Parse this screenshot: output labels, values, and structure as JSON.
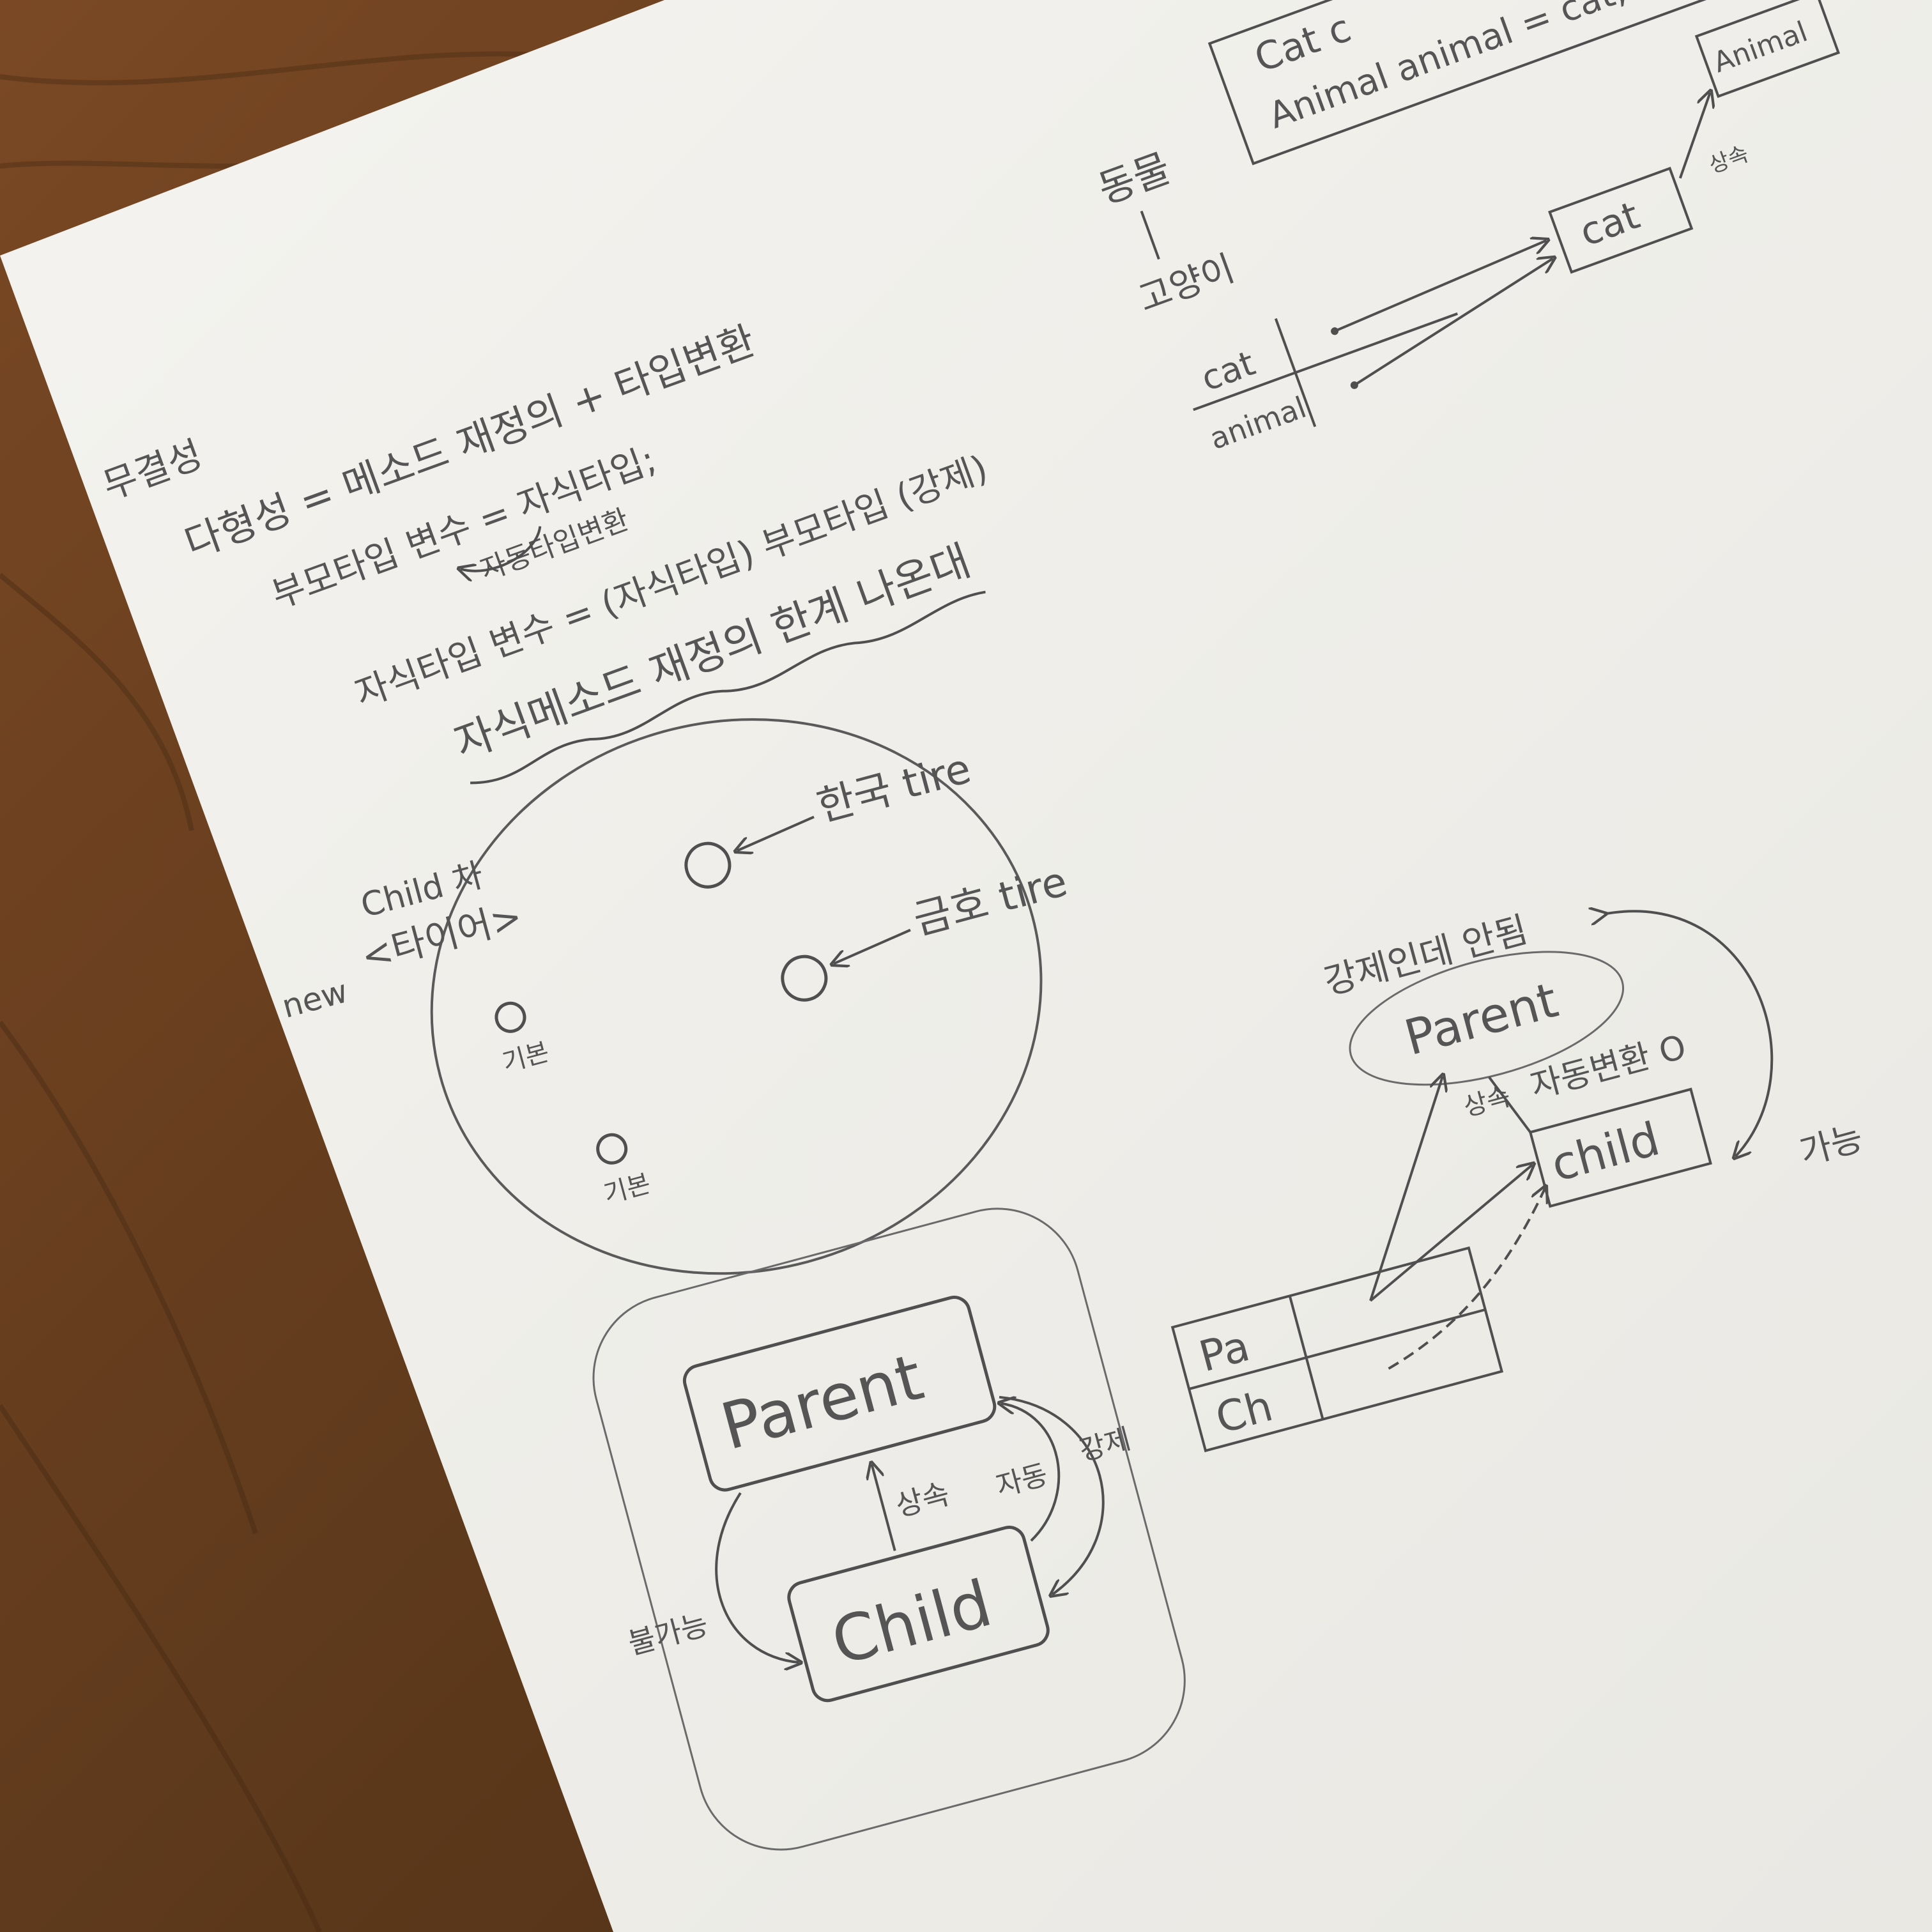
{
  "colors": {
    "desk": "#6b3f1f",
    "paper": "#f1f0ec",
    "pencil": "#4f4f4f"
  },
  "notes": {
    "heading": "무결성",
    "polymorphism": "다형성 = 메소드 재정의 + 타입변환",
    "upcast_line": "부모타입 변수 = 자식타입;",
    "auto_conversion": "자동타입변환",
    "downcast_line": "자식타입 변수 = (자식타입) 부모타입 (강제)",
    "override_limit": "자식메소드 재정의 한계 나온대"
  },
  "animal_diagram": {
    "animal_label": "동물",
    "cat_label": "고양이",
    "code_top": "Cat c",
    "code_line": "Animal animal = cat;",
    "var_cat": "cat",
    "var_animal": "animal",
    "box_cat": "cat",
    "box_animal": "Animal",
    "inherit_label": "상속"
  },
  "car_diagram": {
    "class_label": "Child 차",
    "new_label": "new",
    "tire_label": "<타이어>",
    "tire1": "한국 tire",
    "tire2": "금호 tire",
    "base_label1": "기본",
    "base_label2": "기본"
  },
  "class_diagram": {
    "parent": "Parent",
    "child": "Child",
    "inherit": "상속",
    "auto": "자동",
    "forced": "강제",
    "impossible": "불가능"
  },
  "memory_diagram": {
    "row_pa": "Pa",
    "row_ch": "Ch",
    "parent": "Parent",
    "child": "child",
    "no_forced": "강제인데 안됨",
    "auto_ok": "자동변환 O",
    "possible": "가능",
    "inherit_small": "상속"
  }
}
